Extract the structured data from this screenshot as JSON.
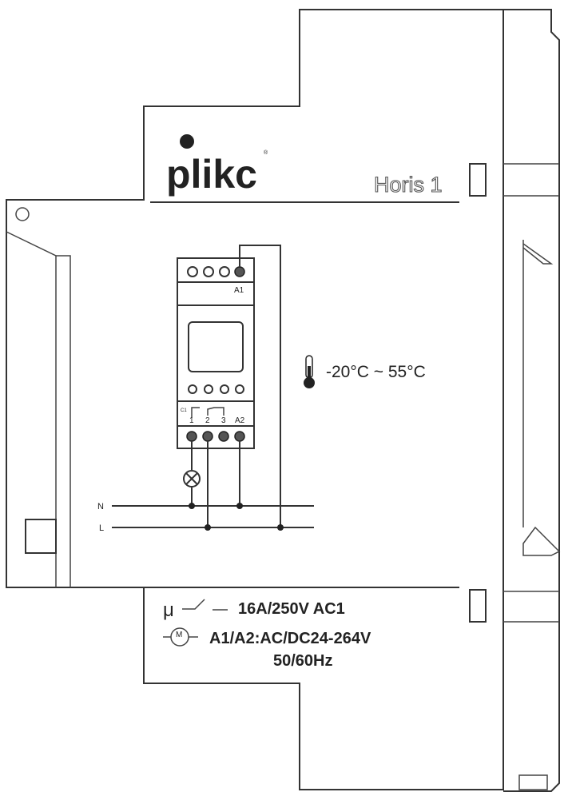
{
  "brand": {
    "logo": "plikc",
    "registered": "®"
  },
  "product": {
    "model": "Horis 1"
  },
  "device": {
    "top_terminal_label": "A1",
    "contact_label": "C1",
    "bottom_terminal_labels": [
      "1",
      "2",
      "3",
      "A2"
    ]
  },
  "wiring": {
    "line_n": "N",
    "line_l": "L"
  },
  "temperature": {
    "range": "-20°C ~ 55°C"
  },
  "specs": {
    "relay_symbol": "μ",
    "contact_rating": "16A/250V  AC1",
    "motor_symbol": "M",
    "supply_voltage": "A1/A2:AC/DC24-264V",
    "frequency": "50/60Hz"
  }
}
